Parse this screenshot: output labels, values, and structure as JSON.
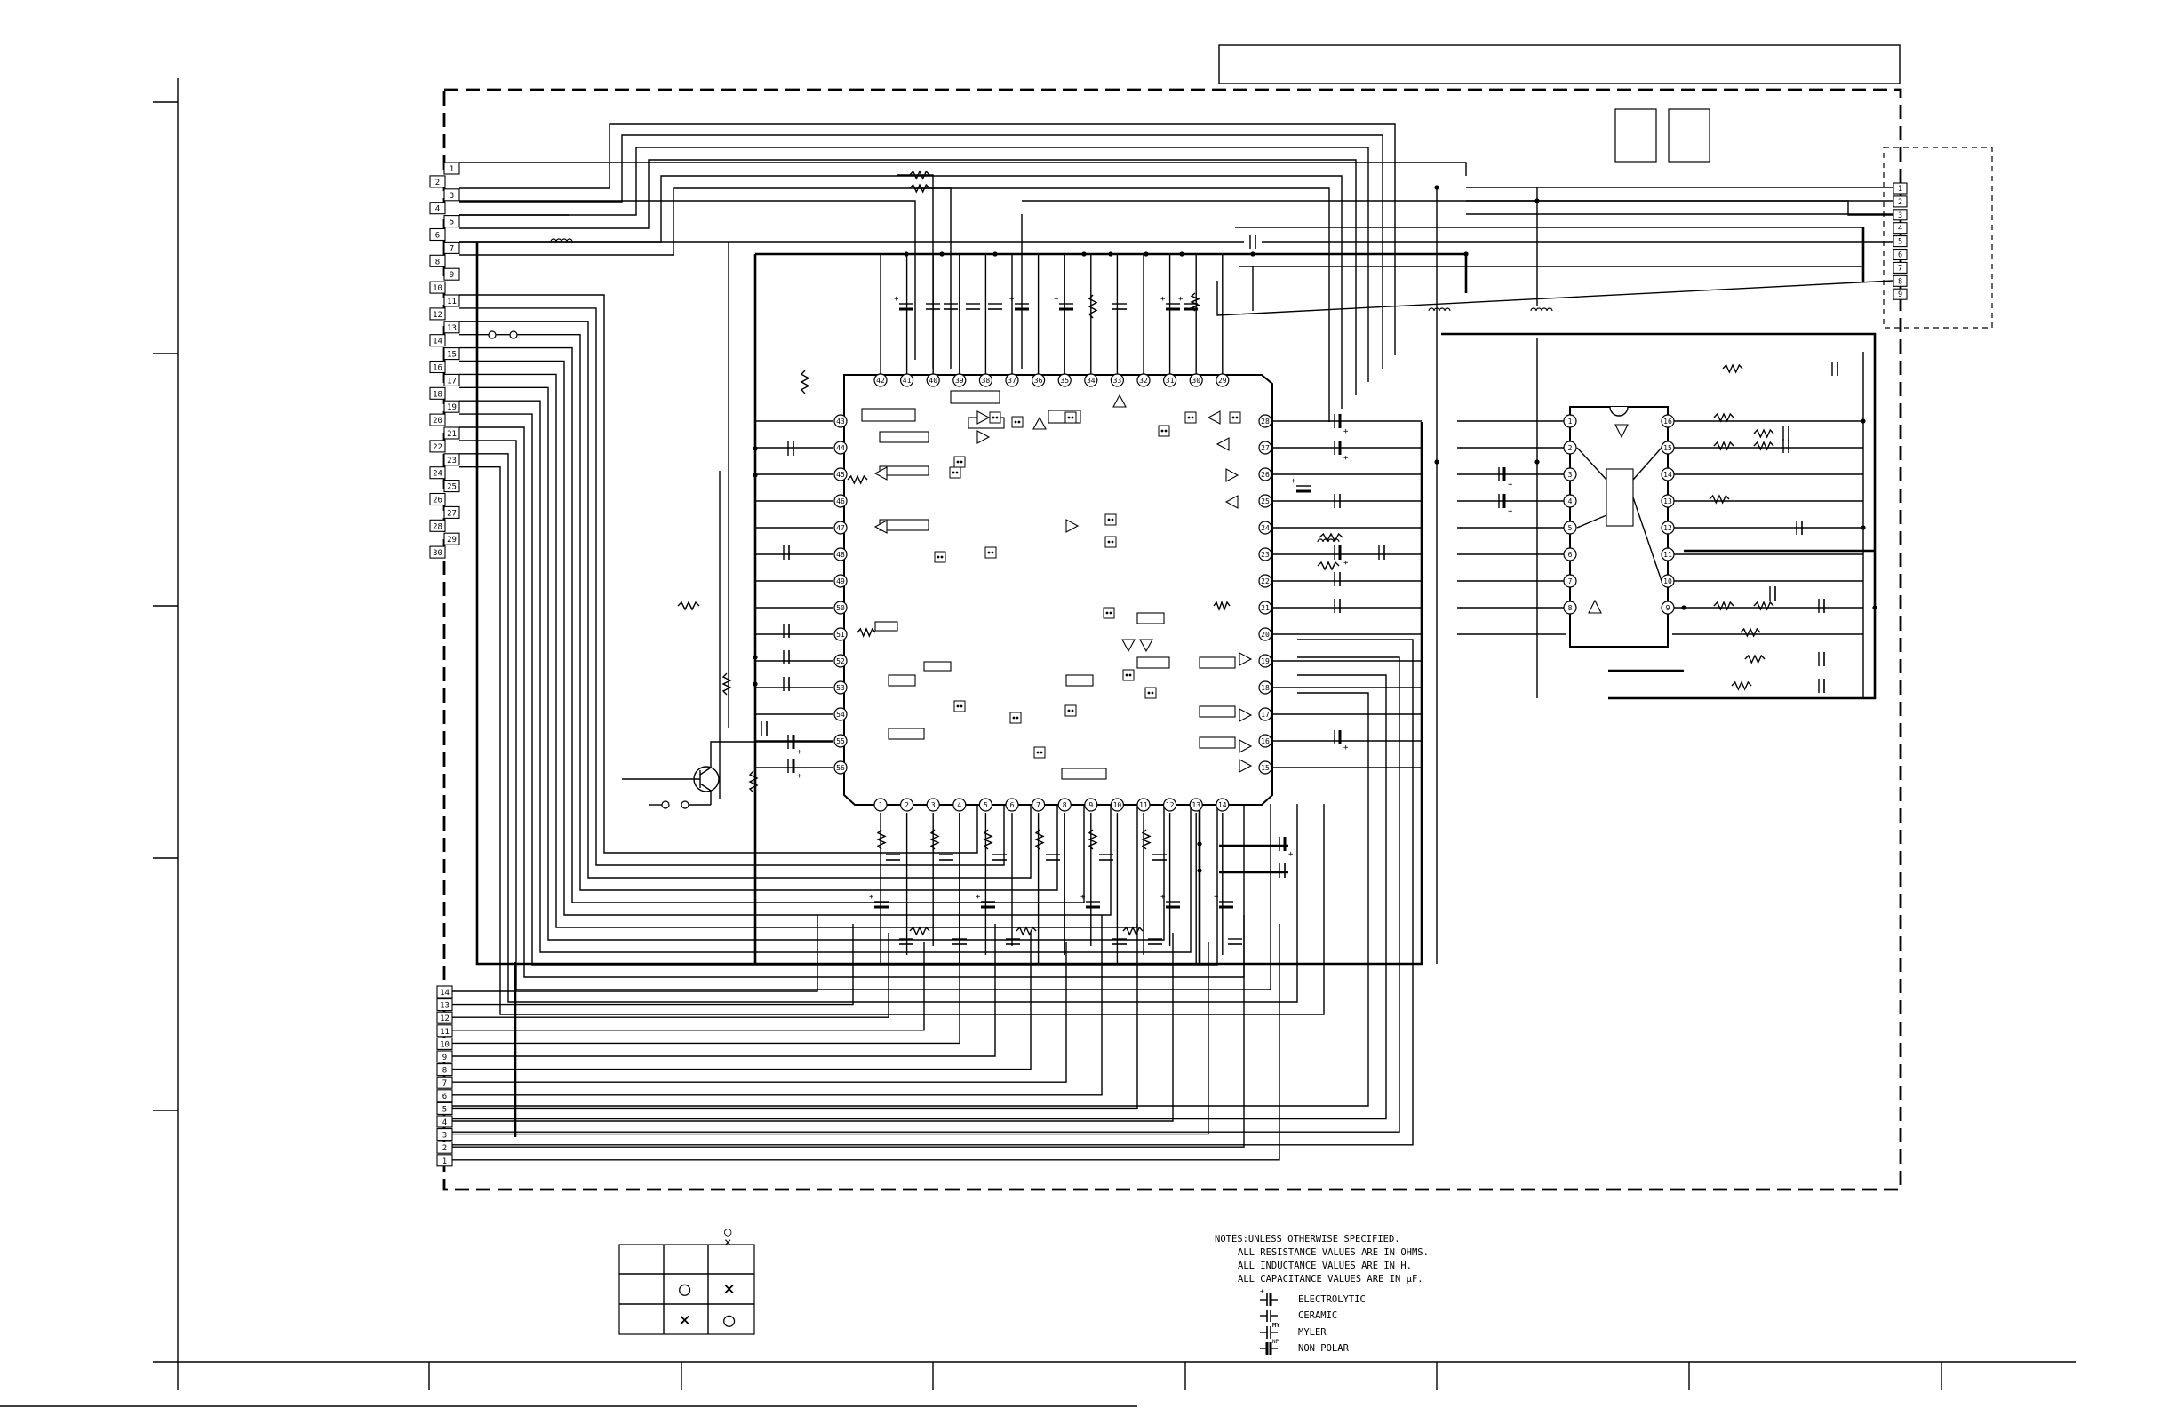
{
  "left_connector": {
    "pins": [
      "1",
      "2",
      "3",
      "4",
      "5",
      "6",
      "7",
      "8",
      "9",
      "10",
      "11",
      "12",
      "13",
      "14",
      "15",
      "16",
      "17",
      "18",
      "19",
      "20",
      "21",
      "22",
      "23",
      "24",
      "25",
      "26",
      "27",
      "28",
      "29",
      "30"
    ]
  },
  "bottom_connector": {
    "pins": [
      "14",
      "13",
      "12",
      "11",
      "10",
      "9",
      "8",
      "7",
      "6",
      "5",
      "4",
      "3",
      "2",
      "1"
    ]
  },
  "right_connector": {
    "pins": [
      "1",
      "2",
      "3",
      "4",
      "5",
      "6",
      "7",
      "8",
      "9"
    ]
  },
  "ic_main": {
    "top_pins": [
      "42",
      "41",
      "40",
      "39",
      "38",
      "37",
      "36",
      "35",
      "34",
      "33",
      "32",
      "31",
      "30",
      "29"
    ],
    "left_pins": [
      "43",
      "44",
      "45",
      "46",
      "47",
      "48",
      "49",
      "50",
      "51",
      "52",
      "53",
      "54",
      "55",
      "56"
    ],
    "right_pins": [
      "28",
      "27",
      "26",
      "25",
      "24",
      "23",
      "22",
      "21",
      "20",
      "19",
      "18",
      "17",
      "16",
      "15"
    ],
    "bottom_pins": [
      "1",
      "2",
      "3",
      "4",
      "5",
      "6",
      "7",
      "8",
      "9",
      "10",
      "11",
      "12",
      "13",
      "14"
    ]
  },
  "ic_sub": {
    "left_pins": [
      "1",
      "2",
      "3",
      "4",
      "5",
      "6",
      "7",
      "8"
    ],
    "right_pins": [
      "16",
      "15",
      "14",
      "13",
      "12",
      "11",
      "10",
      "9"
    ]
  },
  "notes": {
    "lines": [
      "NOTES:UNLESS OTHERWISE SPECIFIED.",
      "ALL RESISTANCE VALUES ARE IN OHMS.",
      "ALL INDUCTANCE VALUES ARE IN H.",
      "ALL CAPACITANCE VALUES ARE IN μF."
    ],
    "legend": [
      {
        "symbol_label": "",
        "text": "ELECTROLYTIC"
      },
      {
        "symbol_label": "",
        "text": "CERAMIC"
      },
      {
        "symbol_label": "MY",
        "text": "MYLER"
      },
      {
        "symbol_label": "NP",
        "text": "NON POLAR"
      }
    ]
  },
  "mark_table": {
    "header_symbol_circle": "○",
    "header_symbol_cross": "×",
    "cells": [
      [
        "",
        "",
        ""
      ],
      [
        "",
        "○",
        "×"
      ],
      [
        "",
        "×",
        "○"
      ]
    ]
  }
}
